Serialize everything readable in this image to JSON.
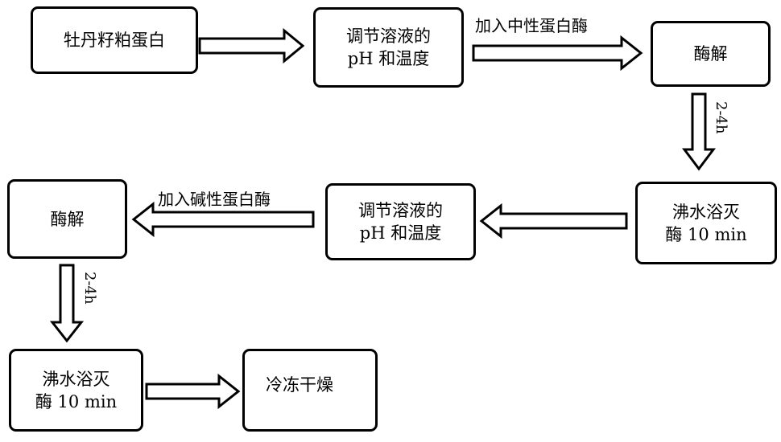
{
  "nodes": {
    "step1": {
      "lines": [
        "牡丹籽粕蛋白"
      ]
    },
    "step2": {
      "lines": [
        "调节溶液的",
        "pH 和温度"
      ]
    },
    "step3": {
      "lines": [
        "酶解"
      ]
    },
    "step4": {
      "lines": [
        "沸水浴灭",
        "酶 10 min"
      ]
    },
    "step5": {
      "lines": [
        "调节溶液的",
        "pH 和温度"
      ]
    },
    "step6": {
      "lines": [
        "酶解"
      ]
    },
    "step7": {
      "lines": [
        "沸水浴灭",
        "酶 10 min"
      ]
    },
    "step8": {
      "lines": [
        "冷冻干燥"
      ]
    }
  },
  "edge_labels": {
    "add_neutral": "加入中性蛋白酶",
    "add_alkaline": "加入碱性蛋白酶",
    "time_1": "2-4h",
    "time_2": "2-4h"
  }
}
